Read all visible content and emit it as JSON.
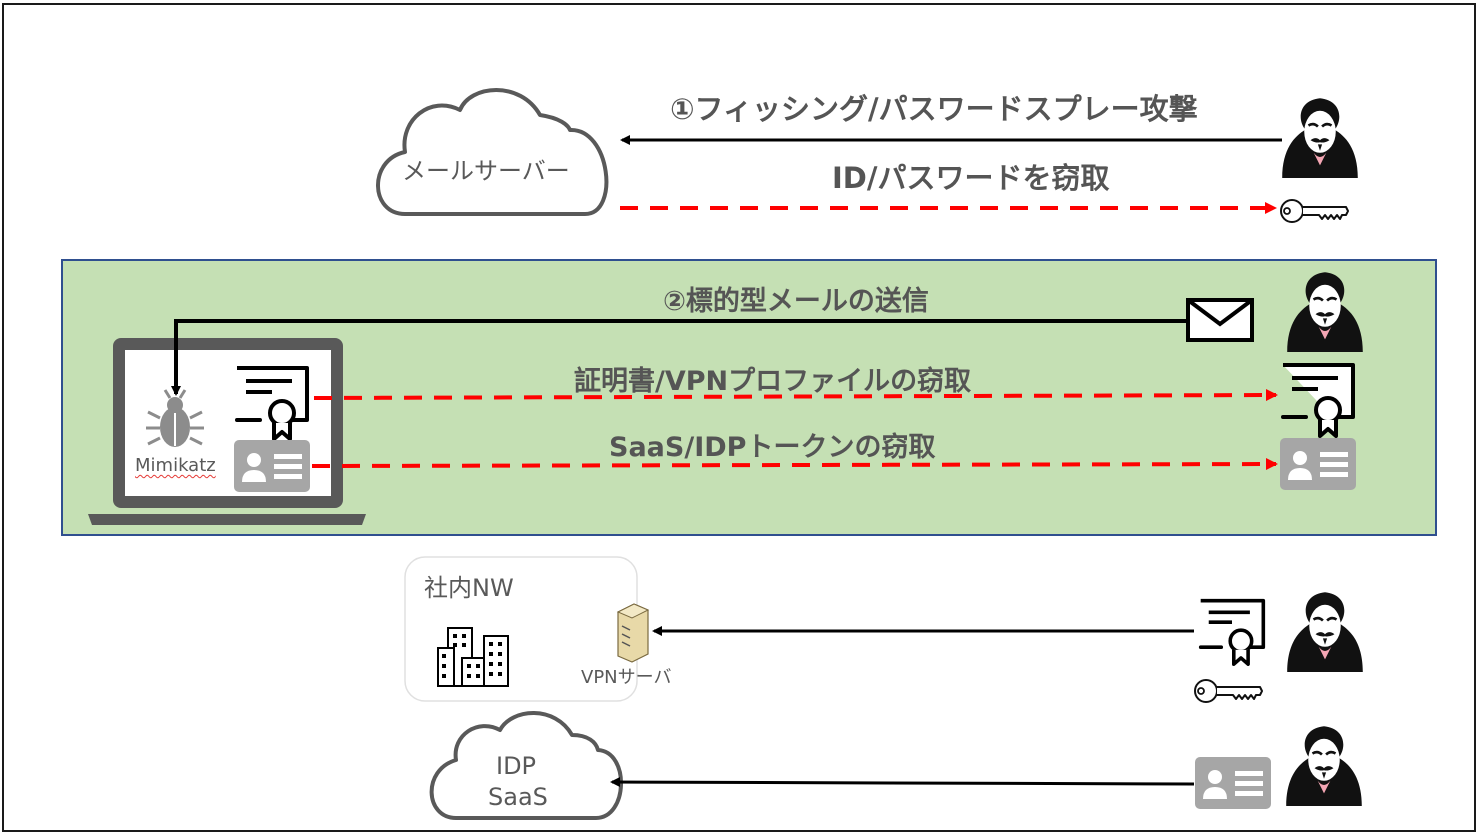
{
  "diagram": {
    "step1_label": "①フィッシング/パスワードスプレー攻撃",
    "step1_result": "ID/パスワードを窃取",
    "step2_label": "②標的型メールの送信",
    "cert_theft_label": "証明書/VPNプロファイルの窃取",
    "token_theft_label": "SaaS/IDPトークンの窃取",
    "mail_server_label": "メールサーバー",
    "malware_label": "Mimikatz",
    "corp_network_label": "社内NW",
    "vpn_server_label": "VPNサーバ",
    "idp_label_line1": "IDP",
    "idp_label_line2": "SaaS"
  },
  "colors": {
    "green_panel": "#c5e0b4",
    "panel_border": "#2f4f8f",
    "attack_arrow": "#000000",
    "theft_arrow": "#ff0000",
    "laptop": "#595959",
    "id_card": "#a6a6a6"
  },
  "icons": [
    "cloud-icon",
    "hacker-icon",
    "key-icon",
    "laptop-icon",
    "bug-icon",
    "certificate-icon",
    "id-card-icon",
    "envelope-icon",
    "buildings-icon",
    "server-icon"
  ]
}
